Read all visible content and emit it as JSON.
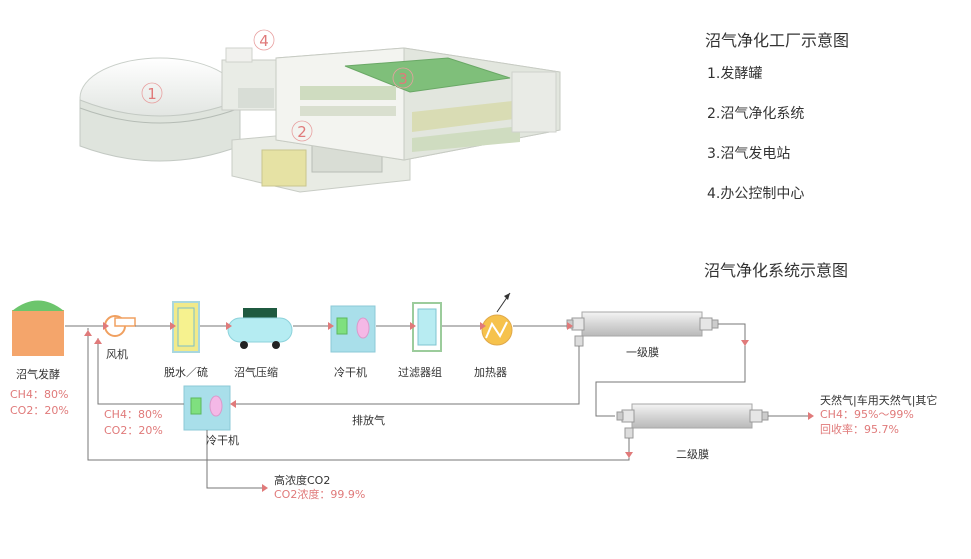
{
  "plant": {
    "title": "沼气净化工厂示意图",
    "legend": [
      "1.发酵罐",
      "2.沼气净化系统",
      "3.沼气发电站",
      "4.办公控制中心"
    ],
    "markers": [
      "1",
      "2",
      "3",
      "4"
    ]
  },
  "flow": {
    "title": "沼气净化系统示意图",
    "units": {
      "ferment": "沼气发酵",
      "fan": "风机",
      "dewater": "脱水／硫",
      "compress": "沼气压缩",
      "dryer1": "冷干机",
      "filter": "过滤器组",
      "heater": "加热器",
      "membrane1": "一级膜",
      "membrane2": "二级膜",
      "dryer2": "冷干机"
    },
    "inlet": {
      "ch4": "CH4：80%",
      "co2": "CO2：20%"
    },
    "recycle": {
      "ch4": "CH4：80%",
      "co2": "CO2：20%"
    },
    "exhaust": "排放气",
    "product": {
      "name": "天然气|车用天然气|其它",
      "ch4": "CH4：95%～99%",
      "recovery": "回收率：95.7%"
    },
    "co2_out": {
      "name": "高浓度CO2",
      "purity": "CO2浓度：99.9%"
    }
  },
  "colors": {
    "arrow": "#e07a7a",
    "line": "#777777",
    "marker": "#e07a7a"
  }
}
